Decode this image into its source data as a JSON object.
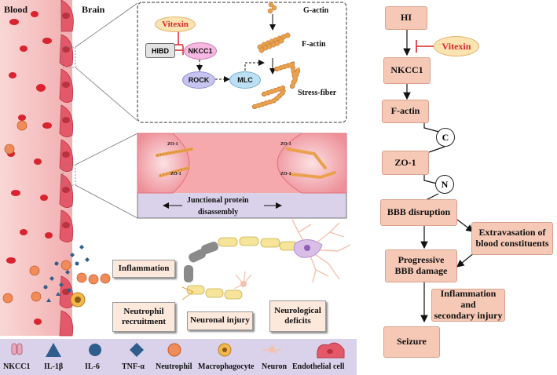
{
  "left_panel": {
    "blood_label": "Blood",
    "brain_label": "Brain",
    "inset_top": {
      "vitexin": "Vitexin",
      "hibd": "HIBD",
      "nkcc1": "NKCC1",
      "rock": "ROCK",
      "mlc": "MLC",
      "g_actin": "G-actin",
      "f_actin": "F-actin",
      "stress_fiber": "Stress-fiber"
    },
    "inset_mid": {
      "zo1": "ZO-1",
      "caption_line1": "Junctional protein",
      "caption_line2": "disassembly"
    },
    "injury_boxes": {
      "inflammation": "Inflammation",
      "neutrophil_recruitment_1": "Neutrophil",
      "neutrophil_recruitment_2": "recruitment",
      "neuronal_injury": "Neuronal injury",
      "neurological_deficits_1": "Neurological",
      "neurological_deficits_2": "deficits"
    },
    "legend": [
      "NKCC1",
      "IL-1β",
      "IL-6",
      "TNF-α",
      "Neutrophil",
      "Macrophagocyte",
      "Neuron",
      "Endothelial cell"
    ]
  },
  "flow": {
    "hi": "HI",
    "vitexin": "Vitexin",
    "nkcc1": "NKCC1",
    "f_actin": "F-actin",
    "c": "C",
    "zo1": "ZO-1",
    "n": "N",
    "bbb_disruption": "BBB disruption",
    "extravasation_1": "Extravasation of",
    "extravasation_2": "blood constituents",
    "progressive_1": "Progressive",
    "progressive_2": "BBB damage",
    "inflammation_1": "Inflammation and",
    "inflammation_2": "secondary injury",
    "seizure": "Seizure"
  },
  "colors": {
    "vessel": "#f4bfbf",
    "endothelial": "#e55a6a",
    "flow_box": "#f6c9b6",
    "legend_bar": "#d9d2ea",
    "inhibit": "#d9262c",
    "actin": "#e9a14e"
  }
}
